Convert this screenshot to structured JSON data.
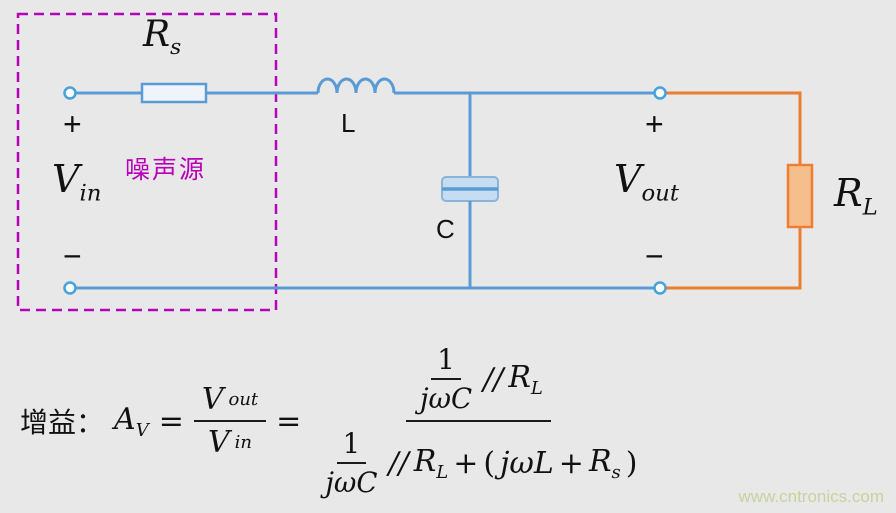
{
  "circuit": {
    "source_label": {
      "base": "V",
      "sub": "in"
    },
    "output_label": {
      "base": "V",
      "sub": "out"
    },
    "series_resistor": {
      "base": "R",
      "sub": "s"
    },
    "load_resistor": {
      "base": "R",
      "sub": "L"
    },
    "inductor": "L",
    "capacitor": "C",
    "noise_source": "噪声源",
    "plus": "+",
    "minus": "−"
  },
  "formula": {
    "prefix": "增益：",
    "gain_base": "A",
    "gain_sub": "V",
    "equals": "=",
    "v_base": "V",
    "out_sub": "out",
    "in_sub": "in",
    "one": "1",
    "jwC": "jωC",
    "parallel": "//",
    "r_base": "R",
    "l_sub": "L",
    "s_sub": "s",
    "plus": "+",
    "lparen": "(",
    "jwL": "jωL",
    "rparen": ")"
  },
  "watermark": "www.cntronics.com",
  "colors": {
    "background": "#e8e8e8",
    "wire": "#5b9bd5",
    "load": "#ed7d31",
    "noise": "#b800b8",
    "text": "#111111",
    "watermark": "#c6d39e"
  }
}
